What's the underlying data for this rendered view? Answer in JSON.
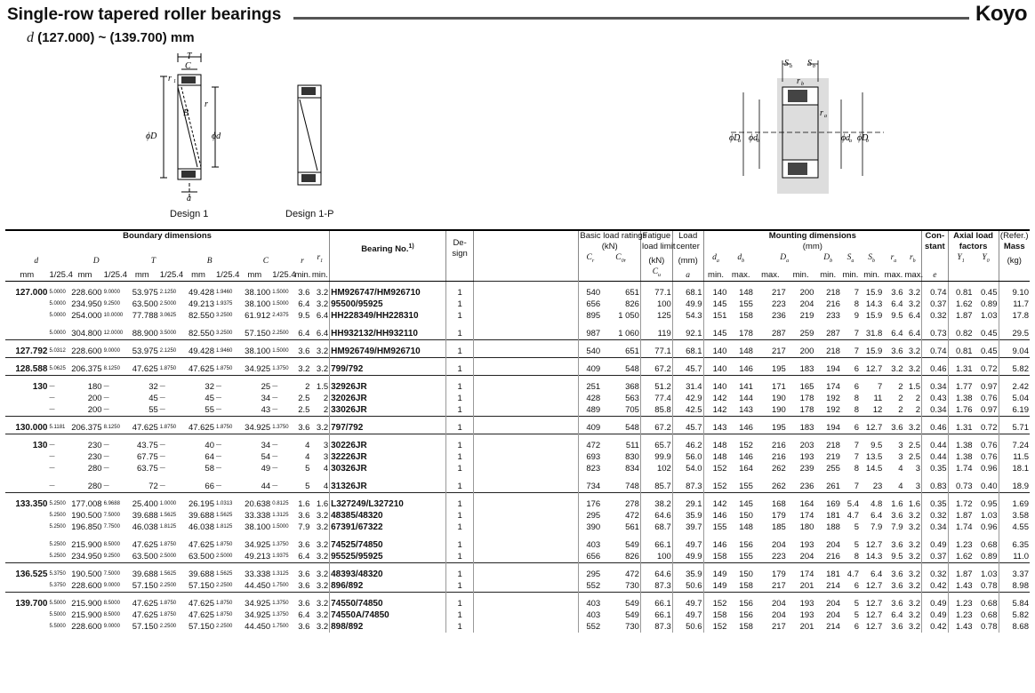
{
  "header": {
    "title": "Single-row tapered roller bearings",
    "range_symbol": "d",
    "range": "(127.000) ~ (139.700) mm",
    "logo": "Koyo"
  },
  "diagrams": {
    "design1_label": "Design 1",
    "design1p_label": "Design 1-P",
    "d1_labels": {
      "T": "T",
      "C": "C",
      "r1": "r",
      "r1_sub": "1",
      "r": "r",
      "B": "B",
      "D": "ϕD",
      "d": "ϕd",
      "a": "a"
    },
    "mount_labels": {
      "Sa": "S",
      "Sa_sub": "a",
      "Sb": "S",
      "Sb_sub": "b",
      "rb": "r",
      "rb_sub": "b",
      "ra": "r",
      "ra_sub": "a",
      "Da": "ϕD",
      "Da_sub": "a",
      "db": "ϕd",
      "db_sub": "b",
      "da": "ϕd",
      "da_sub": "a",
      "Db": "ϕD",
      "Db_sub": "b"
    }
  },
  "table": {
    "headers": {
      "boundary": "Boundary dimensions",
      "d": "d",
      "D": "D",
      "T": "T",
      "B": "B",
      "C": "C",
      "r": "r",
      "r1": "r",
      "mm": "mm",
      "inch": "1/25.4",
      "min": "min.",
      "max": "max.",
      "bearing_no": "Bearing No.",
      "bearing_no_note": "1)",
      "design_1": "De-",
      "design_2": "sign",
      "basic_load_1": "Basic load ratings",
      "basic_load_2": "(kN)",
      "Cr": "C",
      "Cr_sub": "r",
      "C0r": "C",
      "C0r_sub": "0r",
      "fatigue_1": "Fatigue",
      "fatigue_2": "load limit",
      "fatigue_3": "(kN)",
      "Cu": "C",
      "Cu_sub": "u",
      "load_center_1": "Load",
      "load_center_2": "center",
      "load_center_3": "(mm)",
      "a": "a",
      "mounting_1": "Mounting dimensions",
      "mounting_2": "(mm)",
      "m_da": "d",
      "m_da_sub": "a",
      "m_db": "d",
      "m_db_sub": "b",
      "m_Da": "D",
      "m_Da_sub": "a",
      "m_Db": "D",
      "m_Db_sub": "b",
      "m_Sa": "S",
      "m_Sa_sub": "a",
      "m_Sb": "S",
      "m_Sb_sub": "b",
      "m_ra": "r",
      "m_ra_sub": "a",
      "m_rb": "r",
      "m_rb_sub": "b",
      "constant_1": "Con-",
      "constant_2": "stant",
      "e": "e",
      "axial_1": "Axial load",
      "axial_2": "factors",
      "Y1": "Y",
      "Y1_sub": "1",
      "Y0": "Y",
      "Y0_sub": "0",
      "mass_1": "(Refer.)",
      "mass_2": "Mass",
      "mass_3": "(kg)"
    },
    "groups": [
      {
        "rows": [
          [
            "127.000",
            "5.0000",
            "228.600",
            "9.0000",
            "53.975",
            "2.1250",
            "49.428",
            "1.9460",
            "38.100",
            "1.5000",
            "3.6",
            "3.2",
            "HM926747/HM926710",
            "1",
            "540",
            "651",
            "77.1",
            "68.1",
            "140",
            "148",
            "217",
            "200",
            "218",
            "7",
            "15.9",
            "3.6",
            "3.2",
            "0.74",
            "0.81",
            "0.45",
            "9.10"
          ],
          [
            "",
            "5.0000",
            "234.950",
            "9.2500",
            "63.500",
            "2.5000",
            "49.213",
            "1.9375",
            "38.100",
            "1.5000",
            "6.4",
            "3.2",
            "95500/95925",
            "1",
            "656",
            "826",
            "100",
            "49.9",
            "145",
            "155",
            "223",
            "204",
            "216",
            "8",
            "14.3",
            "6.4",
            "3.2",
            "0.37",
            "1.62",
            "0.89",
            "11.7"
          ],
          [
            "",
            "5.0000",
            "254.000",
            "10.0000",
            "77.788",
            "3.0625",
            "82.550",
            "3.2500",
            "61.912",
            "2.4375",
            "9.5",
            "6.4",
            "HH228349/HH228310",
            "1",
            "895",
            "1 050",
            "125",
            "54.3",
            "151",
            "158",
            "236",
            "219",
            "233",
            "9",
            "15.9",
            "9.5",
            "6.4",
            "0.32",
            "1.87",
            "1.03",
            "17.8"
          ],
          [
            "",
            "5.0000",
            "304.800",
            "12.0000",
            "88.900",
            "3.5000",
            "82.550",
            "3.2500",
            "57.150",
            "2.2500",
            "6.4",
            "6.4",
            "HH932132/HH932110",
            "1",
            "987",
            "1 060",
            "119",
            "92.1",
            "145",
            "178",
            "287",
            "259",
            "287",
            "7",
            "31.8",
            "6.4",
            "6.4",
            "0.73",
            "0.82",
            "0.45",
            "29.5"
          ]
        ],
        "gaps": [
          3
        ]
      },
      {
        "rows": [
          [
            "127.792",
            "5.0312",
            "228.600",
            "9.0000",
            "53.975",
            "2.1250",
            "49.428",
            "1.9460",
            "38.100",
            "1.5000",
            "3.6",
            "3.2",
            "HM926749/HM926710",
            "1",
            "540",
            "651",
            "77.1",
            "68.1",
            "140",
            "148",
            "217",
            "200",
            "218",
            "7",
            "15.9",
            "3.6",
            "3.2",
            "0.74",
            "0.81",
            "0.45",
            "9.04"
          ]
        ],
        "gaps": []
      },
      {
        "rows": [
          [
            "128.588",
            "5.0625",
            "206.375",
            "8.1250",
            "47.625",
            "1.8750",
            "47.625",
            "1.8750",
            "34.925",
            "1.3750",
            "3.2",
            "3.2",
            "799/792",
            "1",
            "409",
            "548",
            "67.2",
            "45.7",
            "140",
            "146",
            "195",
            "183",
            "194",
            "6",
            "12.7",
            "3.2",
            "3.2",
            "0.46",
            "1.31",
            "0.72",
            "5.82"
          ]
        ],
        "gaps": []
      },
      {
        "rows": [
          [
            "130",
            "—",
            "180",
            "—",
            "32",
            "—",
            "32",
            "—",
            "25",
            "—",
            "2",
            "1.5",
            "32926JR",
            "1",
            "251",
            "368",
            "51.2",
            "31.4",
            "140",
            "141",
            "171",
            "165",
            "174",
            "6",
            "7",
            "2",
            "1.5",
            "0.34",
            "1.77",
            "0.97",
            "2.42"
          ],
          [
            "",
            "—",
            "200",
            "—",
            "45",
            "—",
            "45",
            "—",
            "34",
            "—",
            "2.5",
            "2",
            "32026JR",
            "1",
            "428",
            "563",
            "77.4",
            "42.9",
            "142",
            "144",
            "190",
            "178",
            "192",
            "8",
            "11",
            "2",
            "2",
            "0.43",
            "1.38",
            "0.76",
            "5.04"
          ],
          [
            "",
            "—",
            "200",
            "—",
            "55",
            "—",
            "55",
            "—",
            "43",
            "—",
            "2.5",
            "2",
            "33026JR",
            "1",
            "489",
            "705",
            "85.8",
            "42.5",
            "142",
            "143",
            "190",
            "178",
            "192",
            "8",
            "12",
            "2",
            "2",
            "0.34",
            "1.76",
            "0.97",
            "6.19"
          ]
        ],
        "gaps": []
      },
      {
        "rows": [
          [
            "130.000",
            "5.1181",
            "206.375",
            "8.1250",
            "47.625",
            "1.8750",
            "47.625",
            "1.8750",
            "34.925",
            "1.3750",
            "3.6",
            "3.2",
            "797/792",
            "1",
            "409",
            "548",
            "67.2",
            "45.7",
            "143",
            "146",
            "195",
            "183",
            "194",
            "6",
            "12.7",
            "3.6",
            "3.2",
            "0.46",
            "1.31",
            "0.72",
            "5.71"
          ]
        ],
        "gaps": []
      },
      {
        "rows": [
          [
            "130",
            "—",
            "230",
            "—",
            "43.75",
            "—",
            "40",
            "—",
            "34",
            "—",
            "4",
            "3",
            "30226JR",
            "1",
            "472",
            "511",
            "65.7",
            "46.2",
            "148",
            "152",
            "216",
            "203",
            "218",
            "7",
            "9.5",
            "3",
            "2.5",
            "0.44",
            "1.38",
            "0.76",
            "7.24"
          ],
          [
            "",
            "—",
            "230",
            "—",
            "67.75",
            "—",
            "64",
            "—",
            "54",
            "—",
            "4",
            "3",
            "32226JR",
            "1",
            "693",
            "830",
            "99.9",
            "56.0",
            "148",
            "146",
            "216",
            "193",
            "219",
            "7",
            "13.5",
            "3",
            "2.5",
            "0.44",
            "1.38",
            "0.76",
            "11.5"
          ],
          [
            "",
            "—",
            "280",
            "—",
            "63.75",
            "—",
            "58",
            "—",
            "49",
            "—",
            "5",
            "4",
            "30326JR",
            "1",
            "823",
            "834",
            "102",
            "54.0",
            "152",
            "164",
            "262",
            "239",
            "255",
            "8",
            "14.5",
            "4",
            "3",
            "0.35",
            "1.74",
            "0.96",
            "18.1"
          ],
          [
            "",
            "—",
            "280",
            "—",
            "72",
            "—",
            "66",
            "—",
            "44",
            "—",
            "5",
            "4",
            "31326JR",
            "1",
            "734",
            "748",
            "85.7",
            "87.3",
            "152",
            "155",
            "262",
            "236",
            "261",
            "7",
            "23",
            "4",
            "3",
            "0.83",
            "0.73",
            "0.40",
            "18.9"
          ]
        ],
        "gaps": [
          3
        ]
      },
      {
        "rows": [
          [
            "133.350",
            "5.2500",
            "177.008",
            "6.9688",
            "25.400",
            "1.0000",
            "26.195",
            "1.0313",
            "20.638",
            "0.8125",
            "1.6",
            "1.6",
            "L327249/L327210",
            "1",
            "176",
            "278",
            "38.2",
            "29.1",
            "142",
            "145",
            "168",
            "164",
            "169",
            "5.4",
            "4.8",
            "1.6",
            "1.6",
            "0.35",
            "1.72",
            "0.95",
            "1.69"
          ],
          [
            "",
            "5.2500",
            "190.500",
            "7.5000",
            "39.688",
            "1.5625",
            "39.688",
            "1.5625",
            "33.338",
            "1.3125",
            "3.6",
            "3.2",
            "48385/48320",
            "1",
            "295",
            "472",
            "64.6",
            "35.9",
            "146",
            "150",
            "179",
            "174",
            "181",
            "4.7",
            "6.4",
            "3.6",
            "3.2",
            "0.32",
            "1.87",
            "1.03",
            "3.58"
          ],
          [
            "",
            "5.2500",
            "196.850",
            "7.7500",
            "46.038",
            "1.8125",
            "46.038",
            "1.8125",
            "38.100",
            "1.5000",
            "7.9",
            "3.2",
            "67391/67322",
            "1",
            "390",
            "561",
            "68.7",
            "39.7",
            "155",
            "148",
            "185",
            "180",
            "188",
            "5",
            "7.9",
            "7.9",
            "3.2",
            "0.34",
            "1.74",
            "0.96",
            "4.55"
          ],
          [
            "",
            "5.2500",
            "215.900",
            "8.5000",
            "47.625",
            "1.8750",
            "47.625",
            "1.8750",
            "34.925",
            "1.3750",
            "3.6",
            "3.2",
            "74525/74850",
            "1",
            "403",
            "549",
            "66.1",
            "49.7",
            "146",
            "156",
            "204",
            "193",
            "204",
            "5",
            "12.7",
            "3.6",
            "3.2",
            "0.49",
            "1.23",
            "0.68",
            "6.35"
          ],
          [
            "",
            "5.2500",
            "234.950",
            "9.2500",
            "63.500",
            "2.5000",
            "63.500",
            "2.5000",
            "49.213",
            "1.9375",
            "6.4",
            "3.2",
            "95525/95925",
            "1",
            "656",
            "826",
            "100",
            "49.9",
            "158",
            "155",
            "223",
            "204",
            "216",
            "8",
            "14.3",
            "9.5",
            "3.2",
            "0.37",
            "1.62",
            "0.89",
            "11.0"
          ]
        ],
        "gaps": [
          3
        ]
      },
      {
        "rows": [
          [
            "136.525",
            "5.3750",
            "190.500",
            "7.5000",
            "39.688",
            "1.5625",
            "39.688",
            "1.5625",
            "33.338",
            "1.3125",
            "3.6",
            "3.2",
            "48393/48320",
            "1",
            "295",
            "472",
            "64.6",
            "35.9",
            "149",
            "150",
            "179",
            "174",
            "181",
            "4.7",
            "6.4",
            "3.6",
            "3.2",
            "0.32",
            "1.87",
            "1.03",
            "3.37"
          ],
          [
            "",
            "5.3750",
            "228.600",
            "9.0000",
            "57.150",
            "2.2500",
            "57.150",
            "2.2500",
            "44.450",
            "1.7500",
            "3.6",
            "3.2",
            "896/892",
            "1",
            "552",
            "730",
            "87.3",
            "50.6",
            "149",
            "158",
            "217",
            "201",
            "214",
            "6",
            "12.7",
            "3.6",
            "3.2",
            "0.42",
            "1.43",
            "0.78",
            "8.98"
          ]
        ],
        "gaps": []
      },
      {
        "rows": [
          [
            "139.700",
            "5.5000",
            "215.900",
            "8.5000",
            "47.625",
            "1.8750",
            "47.625",
            "1.8750",
            "34.925",
            "1.3750",
            "3.6",
            "3.2",
            "74550/74850",
            "1",
            "403",
            "549",
            "66.1",
            "49.7",
            "152",
            "156",
            "204",
            "193",
            "204",
            "5",
            "12.7",
            "3.6",
            "3.2",
            "0.49",
            "1.23",
            "0.68",
            "5.84"
          ],
          [
            "",
            "5.5000",
            "215.900",
            "8.5000",
            "47.625",
            "1.8750",
            "47.625",
            "1.8750",
            "34.925",
            "1.3750",
            "6.4",
            "3.2",
            "74550A/74850",
            "1",
            "403",
            "549",
            "66.1",
            "49.7",
            "158",
            "156",
            "204",
            "193",
            "204",
            "5",
            "12.7",
            "6.4",
            "3.2",
            "0.49",
            "1.23",
            "0.68",
            "5.82"
          ],
          [
            "",
            "5.5000",
            "228.600",
            "9.0000",
            "57.150",
            "2.2500",
            "57.150",
            "2.2500",
            "44.450",
            "1.7500",
            "3.6",
            "3.2",
            "898/892",
            "1",
            "552",
            "730",
            "87.3",
            "50.6",
            "152",
            "158",
            "217",
            "201",
            "214",
            "6",
            "12.7",
            "3.6",
            "3.2",
            "0.42",
            "1.43",
            "0.78",
            "8.68"
          ]
        ],
        "gaps": []
      }
    ]
  }
}
